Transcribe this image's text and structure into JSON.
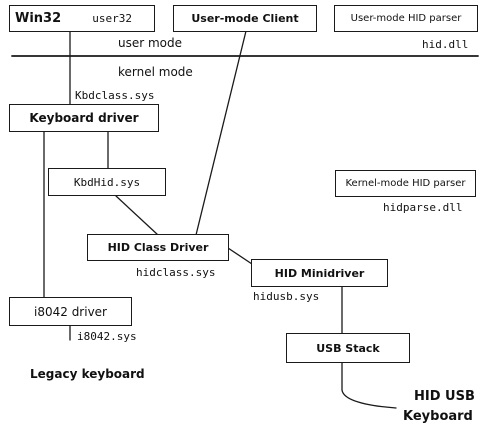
{
  "boxes": {
    "win32": {
      "label": "Win32",
      "module": "user32"
    },
    "user_mode_client": {
      "label": "User-mode Client"
    },
    "user_mode_hid_parser": {
      "label": "User-mode HID parser"
    },
    "keyboard_driver": {
      "label": "Keyboard driver"
    },
    "kbdhid_sys": {
      "label": "KbdHid.sys"
    },
    "kernel_mode_hid_parser": {
      "label": "Kernel-mode HID parser"
    },
    "hid_class_driver": {
      "label": "HID Class Driver"
    },
    "hid_minidriver": {
      "label": "HID Minidriver"
    },
    "i8042_driver": {
      "label": "i8042 driver"
    },
    "usb_stack": {
      "label": "USB Stack"
    }
  },
  "labels": {
    "user_mode": "user mode",
    "kernel_mode": "kernel mode",
    "hid_dll": "hid.dll",
    "kbdclass_sys": "Kbdclass.sys",
    "hidparse_dll": "hidparse.dll",
    "hidclass_sys": "hidclass.sys",
    "hidusb_sys": "hidusb.sys",
    "i8042_sys": "i8042.sys",
    "legacy_keyboard": "Legacy keyboard",
    "hid_usb_keyboard_line1": "HID USB",
    "hid_usb_keyboard_line2": "Keyboard"
  }
}
